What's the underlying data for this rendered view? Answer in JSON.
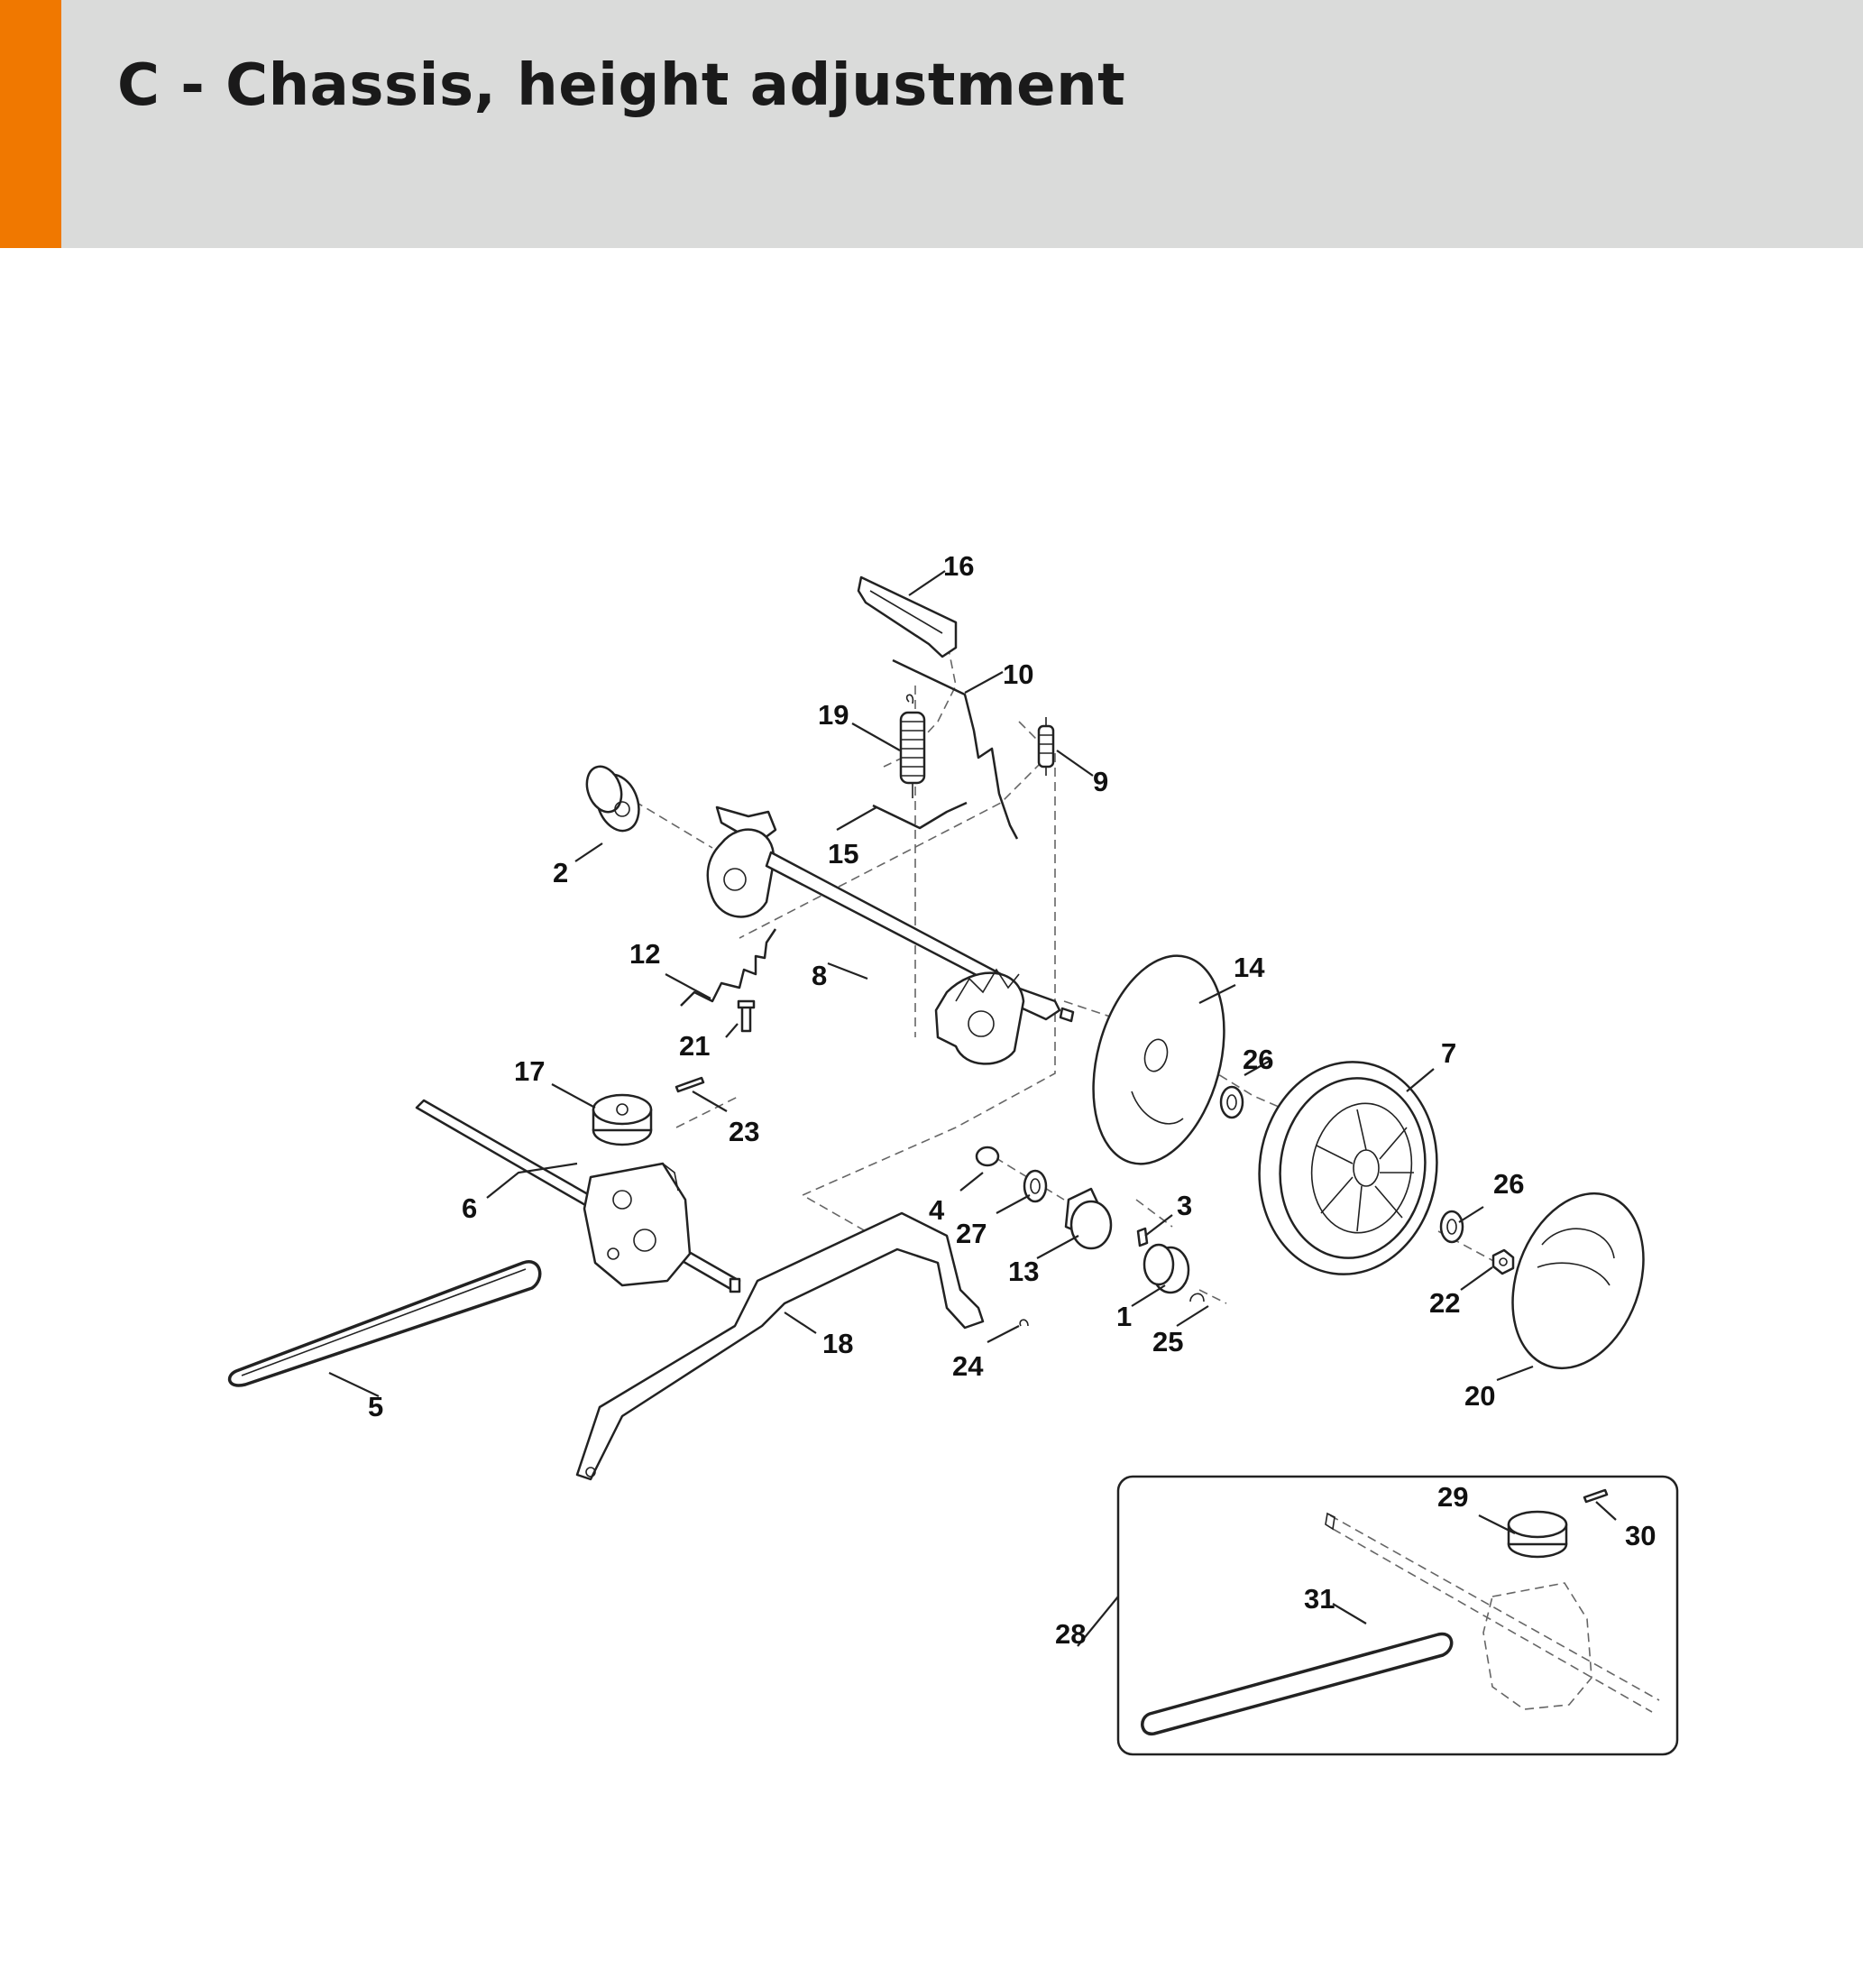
{
  "header": {
    "title": "C - Chassis, height adjustment",
    "accent_color": "#f07800",
    "background_color": "#dadbda"
  },
  "callouts": [
    {
      "id": "1",
      "label": "1"
    },
    {
      "id": "2",
      "label": "2"
    },
    {
      "id": "3",
      "label": "3"
    },
    {
      "id": "4",
      "label": "4"
    },
    {
      "id": "5",
      "label": "5"
    },
    {
      "id": "6",
      "label": "6"
    },
    {
      "id": "7",
      "label": "7"
    },
    {
      "id": "8",
      "label": "8"
    },
    {
      "id": "9",
      "label": "9"
    },
    {
      "id": "10",
      "label": "10"
    },
    {
      "id": "12",
      "label": "12"
    },
    {
      "id": "13",
      "label": "13"
    },
    {
      "id": "14",
      "label": "14"
    },
    {
      "id": "15",
      "label": "15"
    },
    {
      "id": "16",
      "label": "16"
    },
    {
      "id": "17",
      "label": "17"
    },
    {
      "id": "18",
      "label": "18"
    },
    {
      "id": "19",
      "label": "19"
    },
    {
      "id": "20",
      "label": "20"
    },
    {
      "id": "21",
      "label": "21"
    },
    {
      "id": "22",
      "label": "22"
    },
    {
      "id": "23",
      "label": "23"
    },
    {
      "id": "24",
      "label": "24"
    },
    {
      "id": "25",
      "label": "25"
    },
    {
      "id": "26a",
      "label": "26"
    },
    {
      "id": "26b",
      "label": "26"
    },
    {
      "id": "27",
      "label": "27"
    },
    {
      "id": "28",
      "label": "28"
    },
    {
      "id": "29",
      "label": "29"
    },
    {
      "id": "30",
      "label": "30"
    },
    {
      "id": "31",
      "label": "31"
    }
  ]
}
